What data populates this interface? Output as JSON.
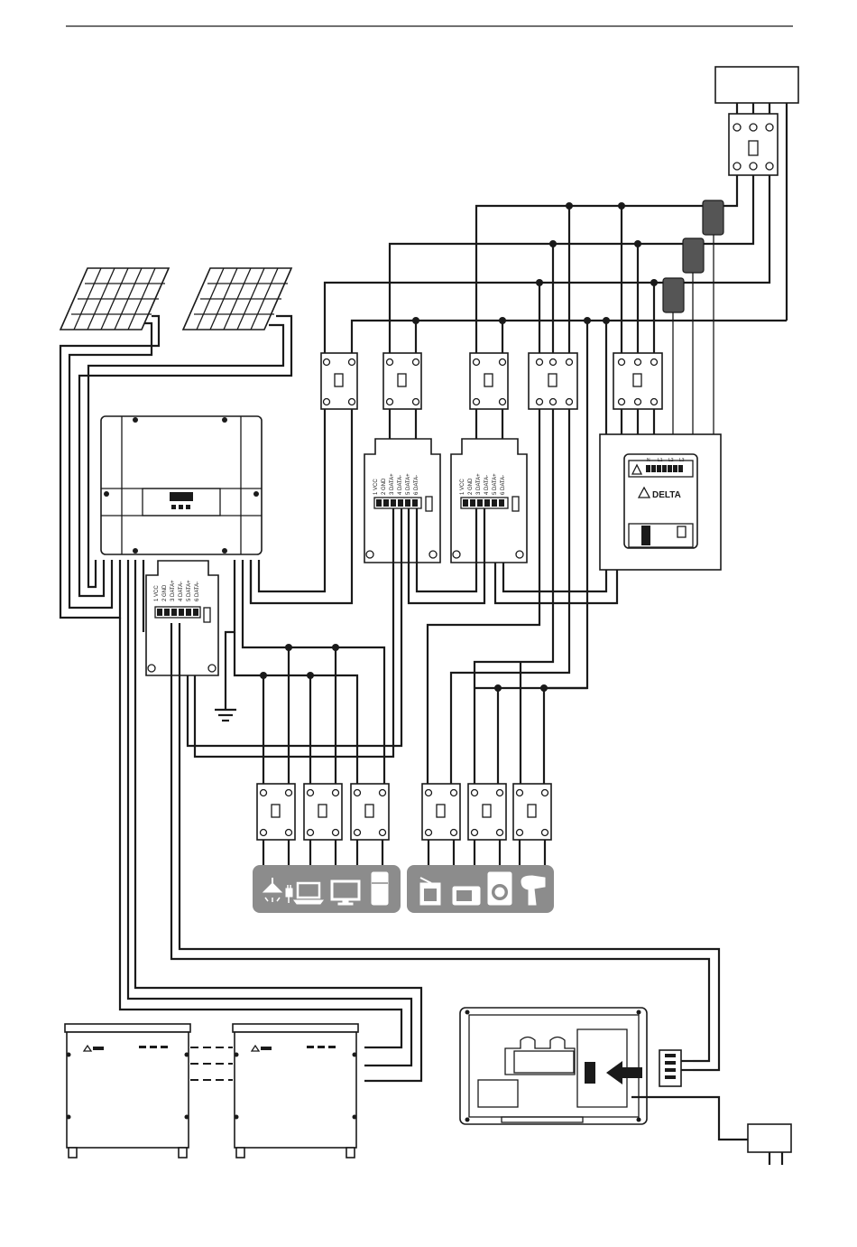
{
  "terminal_labels": {
    "pin1": "1 VCC",
    "pin2": "2 GND",
    "pin3": "3 DATA+",
    "pin4": "4 DATA-",
    "pin5": "5 DATA+",
    "pin6": "6 DATA-"
  },
  "meter": {
    "brand": "DELTA",
    "terminals": [
      "N",
      "L1",
      "L2",
      "L3"
    ]
  },
  "appliance_icons": [
    "ceiling-light",
    "plug",
    "laptop",
    "monitor",
    "refrigerator",
    "microwave",
    "oven",
    "washing-machine",
    "hair-dryer"
  ],
  "colors": {
    "line": "#1a1a1a",
    "appliance_panel": "#8c8c8c",
    "ct_clamp": "#555555"
  }
}
